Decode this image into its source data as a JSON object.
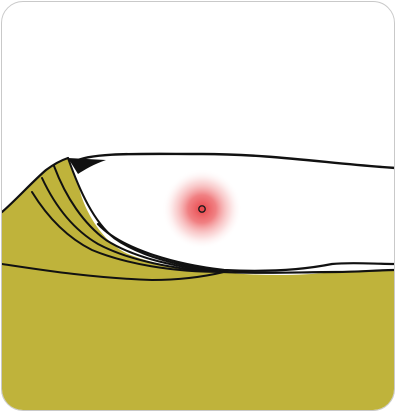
{
  "illustration": {
    "subject": "finger-pain-point",
    "colors": {
      "background": "#ffffff",
      "palm": "#bfb33b",
      "outline": "#111111",
      "pain_center": "#e8464b",
      "card_border": "#c9c9c9"
    },
    "icons": [
      "finger-illustration",
      "palm-illustration",
      "pain-point-icon"
    ]
  }
}
